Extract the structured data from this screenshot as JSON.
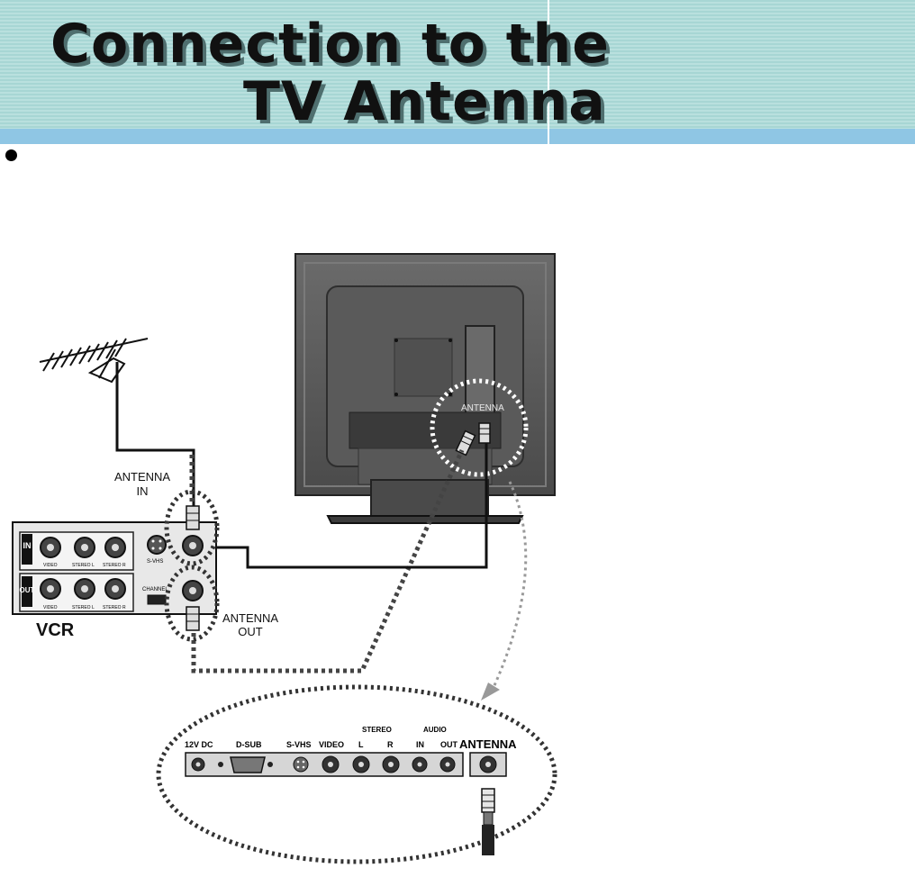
{
  "header": {
    "title_line1": "Connection to the",
    "title_line2": "TV Antenna"
  },
  "labels": {
    "antenna_in_line1": "ANTENNA",
    "antenna_in_line2": "IN",
    "antenna_out_line1": "ANTENNA",
    "antenna_out_line2": "OUT",
    "vcr": "VCR",
    "tv_antenna": "ANTENNA",
    "s_vhs": "S-VHS",
    "channel": "CHANNEL",
    "vcr_in": "IN",
    "vcr_out": "OUT",
    "vcr_video": "VIDEO",
    "vcr_stereo_l": "STEREO L",
    "vcr_stereo_r": "STEREO R"
  },
  "panel": {
    "dc": "12V DC",
    "dsub": "D-SUB",
    "svhs": "S-VHS",
    "video": "VIDEO",
    "stereo": "STEREO",
    "l": "L",
    "r": "R",
    "audio": "AUDIO",
    "in": "IN",
    "out": "OUT",
    "antenna": "ANTENNA"
  }
}
